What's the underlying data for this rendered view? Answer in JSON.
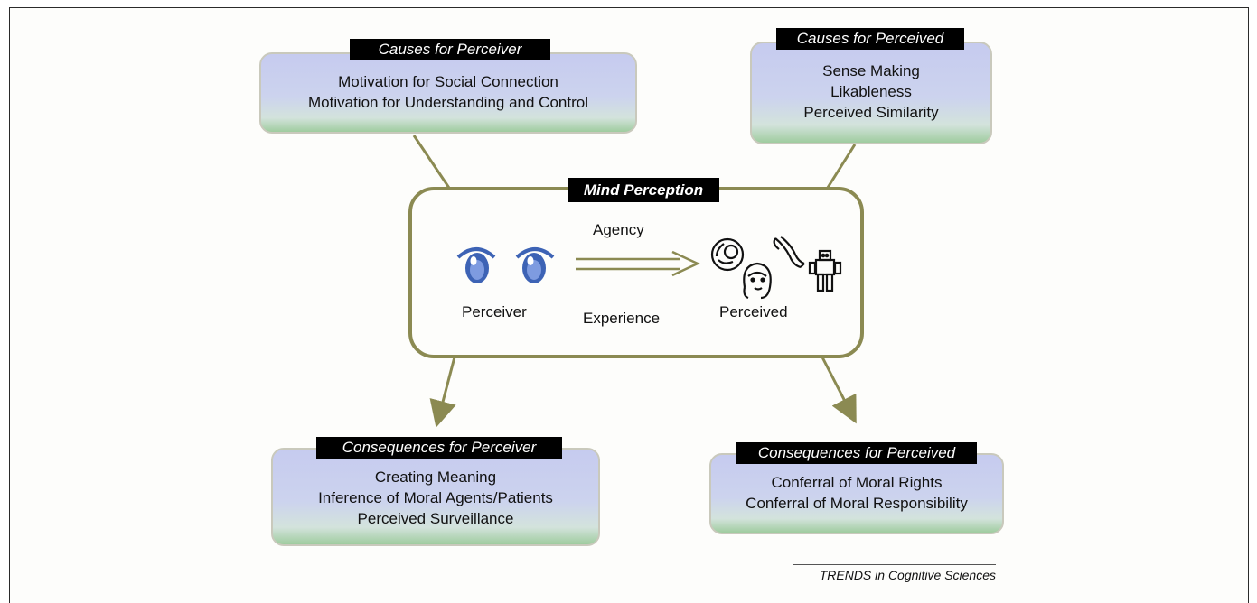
{
  "causes_perceiver": {
    "title": "Causes for Perceiver",
    "lines": [
      "Motivation for Social Connection",
      "Motivation for Understanding and Control"
    ]
  },
  "causes_perceived": {
    "title": "Causes for Perceived",
    "lines": [
      "Sense Making",
      "Likableness",
      "Perceived Similarity"
    ]
  },
  "mind_perception": {
    "title": "Mind Perception",
    "agency": "Agency",
    "experience": "Experience",
    "perceiver": "Perceiver",
    "perceived": "Perceived"
  },
  "consequences_perceiver": {
    "title": "Consequences for Perceiver",
    "lines": [
      "Creating Meaning",
      "Inference of Moral Agents/Patients",
      "Perceived  Surveillance"
    ]
  },
  "consequences_perceived": {
    "title": "Consequences for Perceived",
    "lines": [
      "Conferral of Moral Rights",
      "Conferral of Moral Responsibility"
    ]
  },
  "footer": "TRENDS in Cognitive Sciences",
  "colors": {
    "arrow": "#8b8a52",
    "eye": "#3d63b5",
    "label_bg": "#000000"
  },
  "icons": [
    "eye-icon",
    "fetus-icon",
    "woman-face-icon",
    "praying-hands-icon",
    "robot-icon"
  ]
}
